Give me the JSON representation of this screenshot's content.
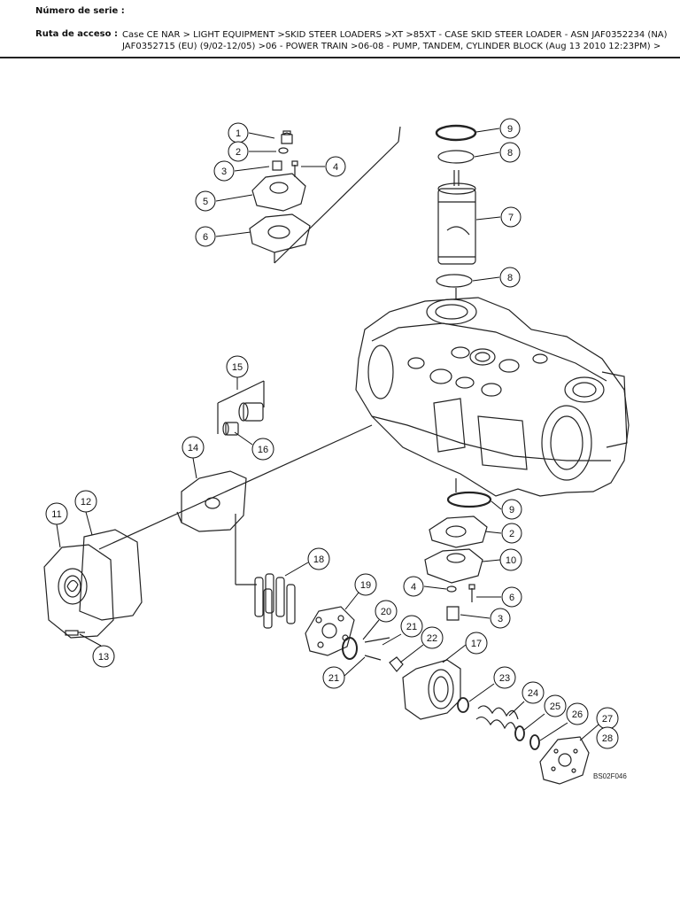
{
  "header": {
    "serial_label": "Número de serie :",
    "serial_value": "",
    "path_label": "Ruta de acceso :",
    "path_line1": "Case CE NAR > LIGHT EQUIPMENT >SKID STEER LOADERS >XT >85XT - CASE SKID STEER LOADER - ASN JAF0352234 (NA)",
    "path_line2": "JAF0352715 (EU) (9/02-12/05) >06 - POWER TRAIN >06-08 - PUMP, TANDEM, CYLINDER BLOCK (Aug 13 2010 12:23PM) >"
  },
  "diagram": {
    "image_code": "BS02F046",
    "callouts": [
      "1",
      "2",
      "3",
      "4",
      "5",
      "6",
      "7",
      "8",
      "8",
      "9",
      "9",
      "2",
      "10",
      "4",
      "6",
      "3",
      "11",
      "12",
      "13",
      "14",
      "15",
      "16",
      "17",
      "18",
      "19",
      "20",
      "21",
      "21",
      "22",
      "23",
      "24",
      "25",
      "26",
      "27",
      "28"
    ]
  }
}
